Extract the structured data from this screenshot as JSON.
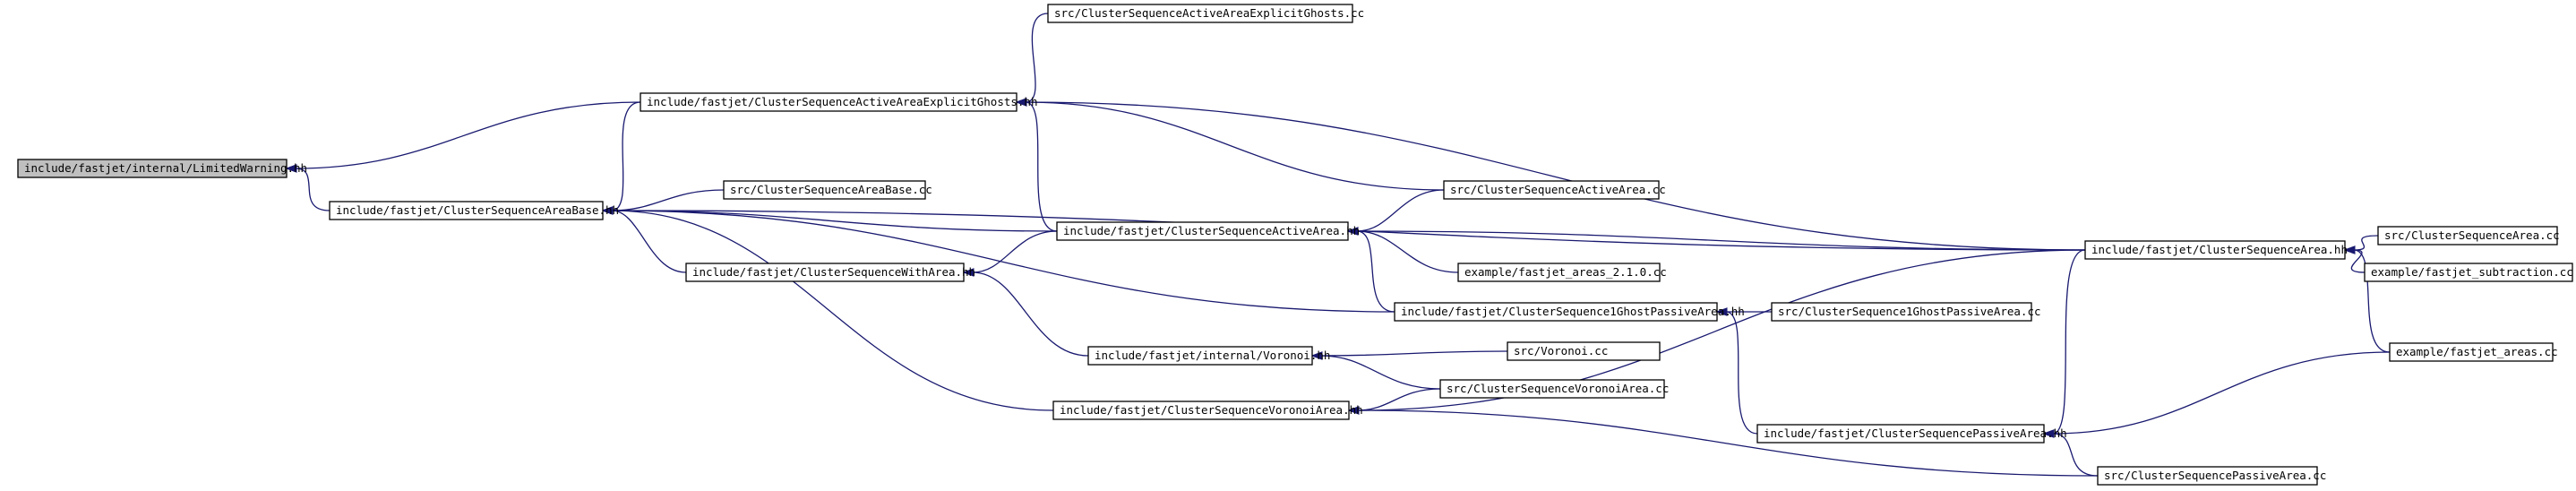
{
  "diagram": {
    "nodes": [
      {
        "id": "lw",
        "label": "include/fastjet/internal/LimitedWarning.hh",
        "root": true
      },
      {
        "id": "csab",
        "label": "include/fastjet/ClusterSequenceAreaBase.hh"
      },
      {
        "id": "caeg",
        "label": "include/fastjet/ClusterSequenceActiveAreaExplicitGhosts.hh"
      },
      {
        "id": "scaeg",
        "label": "src/ClusterSequenceActiveAreaExplicitGhosts.cc"
      },
      {
        "id": "scab",
        "label": "src/ClusterSequenceAreaBase.cc"
      },
      {
        "id": "cswa",
        "label": "include/fastjet/ClusterSequenceWithArea.hh"
      },
      {
        "id": "csaa",
        "label": "include/fastjet/ClusterSequenceActiveArea.hh"
      },
      {
        "id": "scaa",
        "label": "src/ClusterSequenceActiveArea.cc"
      },
      {
        "id": "ex210",
        "label": "example/fastjet_areas_2.1.0.cc"
      },
      {
        "id": "cs1g",
        "label": "include/fastjet/ClusterSequence1GhostPassiveArea.hh"
      },
      {
        "id": "scs1g",
        "label": "src/ClusterSequence1GhostPassiveArea.cc"
      },
      {
        "id": "vor",
        "label": "include/fastjet/internal/Voronoi.hh"
      },
      {
        "id": "svor",
        "label": "src/Voronoi.cc"
      },
      {
        "id": "scva",
        "label": "src/ClusterSequenceVoronoiArea.cc"
      },
      {
        "id": "csva",
        "label": "include/fastjet/ClusterSequenceVoronoiArea.hh"
      },
      {
        "id": "cspa",
        "label": "include/fastjet/ClusterSequencePassiveArea.hh"
      },
      {
        "id": "scpa",
        "label": "src/ClusterSequencePassiveArea.cc"
      },
      {
        "id": "csa",
        "label": "include/fastjet/ClusterSequenceArea.hh"
      },
      {
        "id": "scsa",
        "label": "src/ClusterSequenceArea.cc"
      },
      {
        "id": "exsub",
        "label": "example/fastjet_subtraction.cc"
      },
      {
        "id": "exar",
        "label": "example/fastjet_areas.cc"
      }
    ],
    "edges": [
      {
        "from": "csab",
        "to": "lw"
      },
      {
        "from": "caeg",
        "to": "lw"
      },
      {
        "from": "scaeg",
        "to": "caeg"
      },
      {
        "from": "scab",
        "to": "csab"
      },
      {
        "from": "caeg",
        "to": "csab"
      },
      {
        "from": "cswa",
        "to": "csab"
      },
      {
        "from": "csaa",
        "to": "csab"
      },
      {
        "from": "csa",
        "to": "csab"
      },
      {
        "from": "cs1g",
        "to": "csab"
      },
      {
        "from": "csva",
        "to": "csab"
      },
      {
        "from": "csa",
        "to": "caeg"
      },
      {
        "from": "csaa",
        "to": "caeg"
      },
      {
        "from": "scaa",
        "to": "caeg"
      },
      {
        "from": "scaa",
        "to": "csaa"
      },
      {
        "from": "ex210",
        "to": "csaa"
      },
      {
        "from": "cs1g",
        "to": "csaa"
      },
      {
        "from": "csa",
        "to": "csaa"
      },
      {
        "from": "csaa",
        "to": "cswa"
      },
      {
        "from": "vor",
        "to": "cswa"
      },
      {
        "from": "scs1g",
        "to": "cs1g"
      },
      {
        "from": "cspa",
        "to": "cs1g"
      },
      {
        "from": "svor",
        "to": "vor"
      },
      {
        "from": "scva",
        "to": "vor"
      },
      {
        "from": "scva",
        "to": "csva"
      },
      {
        "from": "csa",
        "to": "csva"
      },
      {
        "from": "scpa",
        "to": "csva"
      },
      {
        "from": "csa",
        "to": "cspa"
      },
      {
        "from": "scpa",
        "to": "cspa"
      },
      {
        "from": "exar",
        "to": "cspa"
      },
      {
        "from": "scsa",
        "to": "csa"
      },
      {
        "from": "exsub",
        "to": "csa"
      },
      {
        "from": "exar",
        "to": "csa"
      }
    ]
  }
}
